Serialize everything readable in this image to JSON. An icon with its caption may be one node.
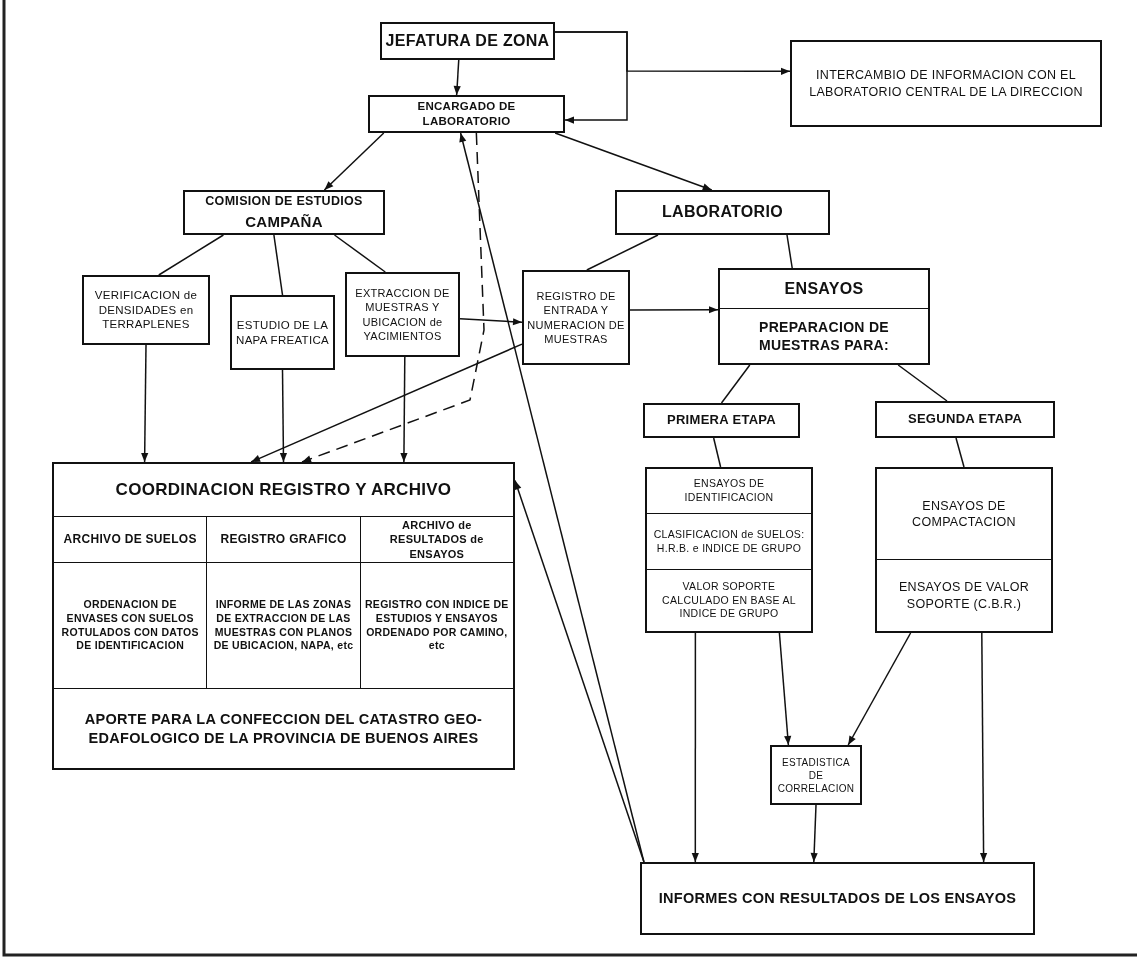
{
  "diagram": {
    "nodes": [
      {
        "text": [
          "JEFATURA DE ZONA"
        ]
      },
      {
        "text": [
          "ENCARGADO DE LABORATORIO"
        ]
      },
      {
        "text": [
          "INTERCAMBIO DE INFORMACION CON EL LABORATORIO CENTRAL DE LA DIRECCION"
        ]
      },
      {
        "text": [
          "COMISION DE ESTUDIOS",
          "CAMPAÑA"
        ]
      },
      {
        "text": [
          "LABORATORIO"
        ]
      },
      {
        "text": [
          "VERIFICACION de DENSIDADES en TERRAPLENES"
        ]
      },
      {
        "text": [
          "ESTUDIO DE LA NAPA FREATICA"
        ]
      },
      {
        "text": [
          "EXTRACCION DE MUESTRAS Y UBICACION de YACIMIENTOS"
        ]
      },
      {
        "text": [
          "REGISTRO DE ENTRADA Y NUMERACION DE MUESTRAS"
        ]
      },
      {
        "text": [
          "ENSAYOS",
          "PREPARACION DE MUESTRAS PARA:"
        ]
      },
      {
        "text": [
          "PRIMERA ETAPA"
        ]
      },
      {
        "text": [
          "SEGUNDA ETAPA"
        ]
      },
      {
        "text": [
          "ENSAYOS DE IDENTIFICACION",
          "CLASIFICACION de SUELOS: H.R.B. e INDICE DE GRUPO",
          "VALOR SOPORTE CALCULADO EN BASE AL INDICE DE GRUPO"
        ]
      },
      {
        "text": [
          "ENSAYOS DE COMPACTACION",
          "ENSAYOS DE VALOR SOPORTE (C.B.R.)"
        ]
      },
      {
        "text": [
          "COORDINACION REGISTRO Y ARCHIVO",
          "ARCHIVO DE SUELOS",
          "REGISTRO GRAFICO",
          "ARCHIVO de RESULTADOS de ENSAYOS",
          "ORDENACION DE ENVASES CON SUELOS ROTULADOS CON DATOS DE IDENTIFICACION",
          "INFORME DE LAS ZONAS DE EXTRACCION DE LAS MUESTRAS CON PLANOS DE UBICACION, NAPA, etc",
          "REGISTRO CON INDICE DE ESTUDIOS Y ENSAYOS ORDENADO POR CAMINO, etc",
          "APORTE PARA LA CONFECCION DEL CATASTRO GEO-EDAFOLOGICO DE LA PROVINCIA DE BUENOS AIRES"
        ]
      },
      {
        "text": [
          "ESTADISTICA DE CORRELACION"
        ]
      },
      {
        "text": [
          "INFORMES CON RESULTADOS DE LOS ENSAYOS"
        ]
      }
    ],
    "edges": [
      {
        "from": 0,
        "to": 1,
        "arrow": "to"
      },
      {
        "from": 0,
        "to": 1,
        "arrow": "to"
      },
      {
        "from": 0,
        "to": 2,
        "arrow": "to"
      },
      {
        "from": 1,
        "to": 3,
        "arrow": "to"
      },
      {
        "from": 1,
        "to": 4,
        "arrow": "to"
      },
      {
        "from": 3,
        "to": 5,
        "arrow": "none"
      },
      {
        "from": 3,
        "to": 6,
        "arrow": "none"
      },
      {
        "from": 3,
        "to": 7,
        "arrow": "none"
      },
      {
        "from": 4,
        "to": 8,
        "arrow": "none"
      },
      {
        "from": 4,
        "to": 9,
        "arrow": "none"
      },
      {
        "from": 7,
        "to": 8,
        "arrow": "to"
      },
      {
        "from": 8,
        "to": 9,
        "arrow": "to"
      },
      {
        "from": 5,
        "to": 14,
        "arrow": "to"
      },
      {
        "from": 6,
        "to": 14,
        "arrow": "to"
      },
      {
        "from": 7,
        "to": 14,
        "arrow": "to"
      },
      {
        "from": 8,
        "to": 14,
        "arrow": "to"
      },
      {
        "from": 1,
        "to": 14,
        "arrow": "to",
        "style": "dashed"
      },
      {
        "from": 16,
        "to": 1,
        "arrow": "to"
      },
      {
        "from": 16,
        "to": 14,
        "arrow": "to"
      },
      {
        "from": 9,
        "to": 10,
        "arrow": "none"
      },
      {
        "from": 9,
        "to": 11,
        "arrow": "none"
      },
      {
        "from": 10,
        "to": 12,
        "arrow": "none"
      },
      {
        "from": 11,
        "to": 13,
        "arrow": "none"
      },
      {
        "from": 12,
        "to": 16,
        "arrow": "to"
      },
      {
        "from": 12,
        "to": 15,
        "arrow": "to"
      },
      {
        "from": 13,
        "to": 15,
        "arrow": "to"
      },
      {
        "from": 13,
        "to": 16,
        "arrow": "to"
      },
      {
        "from": 15,
        "to": 16,
        "arrow": "to"
      }
    ]
  }
}
